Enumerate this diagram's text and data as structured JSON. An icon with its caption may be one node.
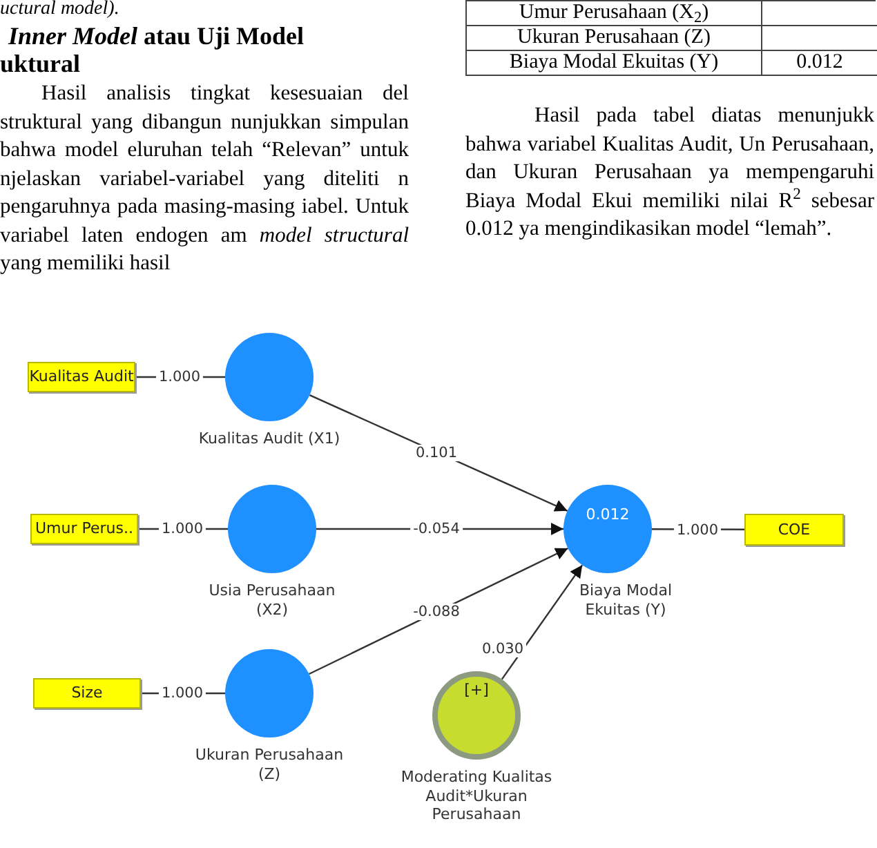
{
  "diagram": {
    "nodes": [
      {
        "text": [
          "Kualitas Audit"
        ]
      },
      {
        "text": [
          "Kualitas Audit (X1)"
        ]
      },
      {
        "text": [
          "Umur Perus.."
        ]
      },
      {
        "text": [
          "Usia Perusahaan (X2)"
        ]
      },
      {
        "text": [
          "Size"
        ]
      },
      {
        "text": [
          "Ukuran Perusahaan (Z)"
        ]
      },
      {
        "text": [
          "0.012",
          "Biaya Modal Ekuitas (Y)"
        ]
      },
      {
        "text": [
          "COE"
        ]
      },
      {
        "text": [
          "[+]",
          "Moderating Kualitas Audit*Ukuran Perusahaan"
        ]
      }
    ],
    "edges": [
      {
        "from": 0,
        "to": 1,
        "arrow": "none",
        "label": "1.000"
      },
      {
        "from": 1,
        "to": 6,
        "arrow": "to",
        "label": "0.101"
      },
      {
        "from": 3,
        "to": 6,
        "arrow": "to",
        "label": "-0.054"
      },
      {
        "from": 5,
        "to": 6,
        "arrow": "to",
        "label": "-0.088"
      },
      {
        "from": 8,
        "to": 6,
        "arrow": "to",
        "label": "0.030"
      },
      {
        "from": 6,
        "to": 7,
        "arrow": "none",
        "label": "1.000"
      },
      {
        "from": 2,
        "to": 3,
        "arrow": "none",
        "label": "1.000"
      },
      {
        "from": 4,
        "to": 5,
        "arrow": "none",
        "label": "1.000"
      }
    ],
    "labels": [
      "uctural model).",
      "*Inner Model* atau Uji Model",
      "uktural",
      "Hasil analisis tingkat kesesuaian del struktural yang dibangun nunjukkan simpulan bahwa model eluruhan telah “Relevan” untuk njelaskan variabel-variabel yang diteliti n pengaruhnya pada masing-masing iabel. Untuk variabel laten endogen am *model structural* yang memiliki hasil",
      "Umur Perusahaan (X$_{2}$)",
      "Ukuran Perusahaan (Z)",
      "Biaya Modal Ekuitas (Y)",
      "0.012",
      "Hasil pada tabel diatas menunjukk bahwa variabel Kualitas Audit, Un Perusahaan, dan Ukuran Perusahaan ya mempengaruhi Biaya Modal Ekui memiliki nilai R$^{2}$ sebesar 0.012 ya mengindikasikan model “lemah”."
    ]
  }
}
